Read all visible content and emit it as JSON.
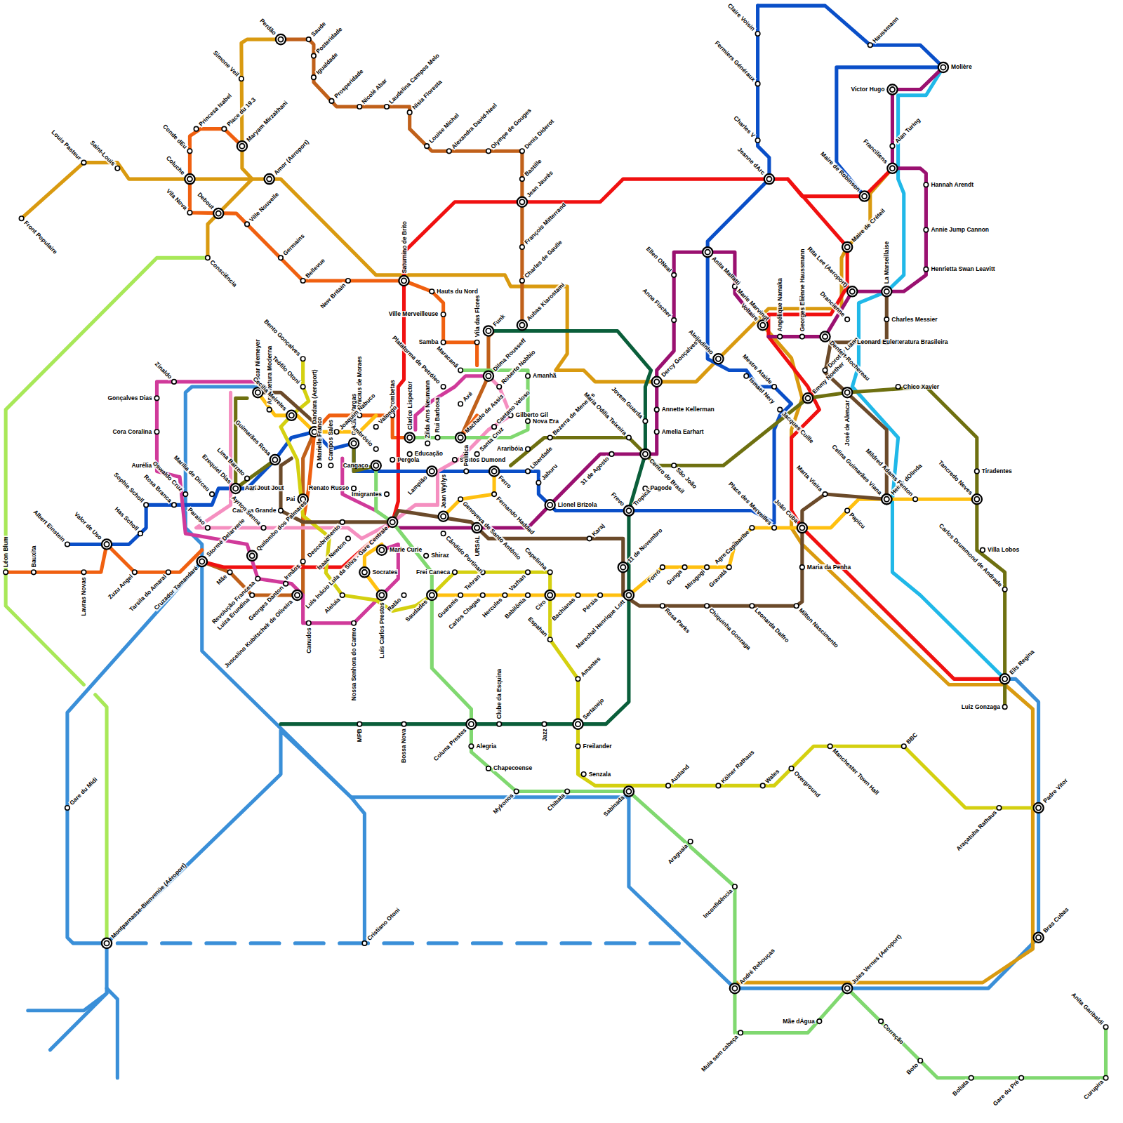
{
  "diagram": {
    "labels": [
      "Front Populaire",
      "Louis Pasteur",
      "Saint-Louis",
      "Coluche",
      "Conde dEu",
      "Princesa Isabel",
      "Place du 19.3",
      "Maryam Mirzakhani",
      "Simone Veil",
      "Perdão",
      "Saude",
      "Posteridade",
      "Igualdade",
      "Prosperidade",
      "Nicolé Abar",
      "Laudelina Campos Melo",
      "Nisia Floresta",
      "Louise Michel",
      "Alexandra David-Neel",
      "Olympe de Gouges",
      "Denis Diderot",
      "Bastille",
      "Jean Jaurès",
      "François Mitterrand",
      "Charles de Gaulle",
      "Amor (Aeroport)",
      "Vila Nova",
      "Debout",
      "Ville Nouvelle",
      "Germains",
      "Bellevue",
      "New Britain",
      "Consciência",
      "Saturnino de Brito",
      "Hauts du Nord",
      "Ville Merveilleuse",
      "Samba",
      "Maracanã",
      "Vila das Flores",
      "Funk",
      "Aubas Kiarostami",
      "Plataforma de Petróleo",
      "Amanhã",
      "Dilma Rousseff",
      "Roberto Nobbio",
      "Gilberto Gil",
      "Nova Era",
      "Caetano Veloso",
      "Machado de Assis",
      "Axé",
      "Santa Cruz",
      "Santos Dumond",
      "Zilda Arns Neumann",
      "Rui Barbosa",
      "Clarice Lispector",
      "Educação",
      "Trombetas",
      "Valongo",
      "Vinicius de Moraes",
      "Getúlio Vargas",
      "Joaquim Nabuco",
      "Ambrósio",
      "Cangaço",
      "Pergola",
      "Dandara (Aeroport)",
      "Teófilo Otoni",
      "Bento Gonçalves",
      "Arquitetura Moderna",
      "Oscar Niemeyer",
      "Zinaldo",
      "Gonçalves Dias",
      "Cora Coralina",
      "Aurélia",
      "Oswaldo Cruz",
      "Guimarães Rosa",
      "Cecilia Meireles",
      "Lima Barreto",
      "Ezequiel Dias",
      "Marília de Dirceu",
      "Sophie Scholl",
      "Rosa Branca",
      "Has Scholl",
      "Valor de Uso",
      "Albert Einstein",
      "Aarão Reis",
      "Jout Jout",
      "Cabeça Grande",
      "Ayrton Senna",
      "Paraíso",
      "Pai",
      "Marielle Franco",
      "Campos Sales",
      "Renato Russo",
      "Imigrantes",
      "Descobrimento",
      "Isaac Newton",
      "Luis Inácio Lula da Silva - Gare Centrale",
      "Aleluia",
      "Irmãos",
      "Canudos",
      "Nossa Senhora do Carmo",
      "Luis Carlos Prestes",
      "Ratão",
      "Socrates",
      "Marie Curie",
      "Saudades",
      "Shiraz",
      "Frei Caneca",
      "Guaranis",
      "Carlos Chagas",
      "Tehran",
      "Hercules",
      "Babilônia",
      "Vazhan",
      "Capelinha",
      "Ciro",
      "Espahan",
      "Bachianas",
      "Pérsia",
      "Marechal Henrique Lott",
      "Forró",
      "Gunga",
      "Miragogi",
      "Gravatá",
      "Agreste",
      "Capibaribe",
      "Place des Merveilles",
      "João Cuba",
      "Maria da Penha",
      "Papicu",
      "Marta Vieira",
      "Milton Nascimento",
      "Leonarda Dalfro",
      "Chiquinha Gonzaga",
      "Rosa Parks",
      "11 de Novembro",
      "Tropicália",
      "Frevo",
      "Karaj",
      "URSAL",
      "Cândido Portinari",
      "Jean Wyllys",
      "Genoveva de Santo Antônio",
      "Lionel Brizola",
      "Jaburu",
      "Liberdade",
      "Araribóia",
      "Bezerra de Menezes",
      "Maria Odília Teixeira",
      "31 de Agosto",
      "Jovem Guarda",
      "Dercy Gonçalves",
      "Anna Fischer",
      "Ellen ONeal",
      "Annette Kellerman",
      "Amelia Earhart",
      "Centro do Brasil",
      "São João",
      "Pagode",
      "Ferro",
      "Fernando Haddad",
      "Política",
      "Lampião",
      "Aleijadinho",
      "Ismael Nery",
      "Mestre Ataíde",
      "Jacques Cuille",
      "Emmy Noether",
      "Dorothy Liang",
      "Voltaire",
      "Angélique Namaka",
      "Georges Eliènne Haussmann",
      "Denfert-Rochereau",
      "Drancienne",
      "Rita Lee (Aeroport)",
      "La Marseillaise",
      "Charles Messier",
      "Literatura Brasileira",
      "Leonard Euler",
      "José de Alencar",
      "Chico Xavier",
      "Celina Guimarães Viana",
      "Heitor dOlinda",
      "Mildred Adams Fenton",
      "Tancredo Neves",
      "Tiradentes",
      "Villa Lobos",
      "Carlos Drummond de Andrade",
      "Elis Regina",
      "Luiz Gonzaga",
      "Maire de Créteil",
      "Maire de Robinson",
      "Franciliens",
      "Alan Turing",
      "Hannah Arendt",
      "Annie Jump Cannon",
      "Henrietta Swan Leavitt",
      "Victor Hugo",
      "Molière",
      "Haussmann",
      "Claire Voisin",
      "Fermiers Généraux",
      "Charles V",
      "Jeanne dArc",
      "Anita Malfatti",
      "Marie Marvingt",
      "Amantes",
      "Sertanejo",
      "Freilander",
      "Senzala",
      "Sabinada",
      "Ausland",
      "Kölner Rathaus",
      "Wales",
      "Overground",
      "Manchester Town Hall",
      "BBC",
      "Araçatuba Rathaus",
      "Padre Vitor",
      "Bras Cubas",
      "Jules Vernes (Aeroport)",
      "André Rebouças",
      "Correção",
      "Boto",
      "Boliata",
      "Gare du Pré",
      "Curupira",
      "Anita Garibaldi",
      "Mãe dÁgua",
      "Mula sem cabeça",
      "Inconfidência",
      "Araguaia",
      "Chibata",
      "Mykonos",
      "Chapecoense",
      "Alegria",
      "Coluna Prestes",
      "Clube da Esquina",
      "Jazz",
      "Bossa Nova",
      "MPB",
      "Cristiano Otoni",
      "Montparnasse-Bienvenüe (Aéroport)",
      "Gare du Midi",
      "Léon Blum",
      "Bauxita",
      "Lavras Novas",
      "Zuzu Angel",
      "Tarsila do Amaral",
      "Cruzador Tamandaré",
      "Stormé Delarverie",
      "Mãe",
      "Revolução Francesa",
      "Luiza Erundina",
      "Georges Danton",
      "Juscelino Kubitschek de Oliveira",
      "Quilombo dos Palmares"
    ]
  }
}
